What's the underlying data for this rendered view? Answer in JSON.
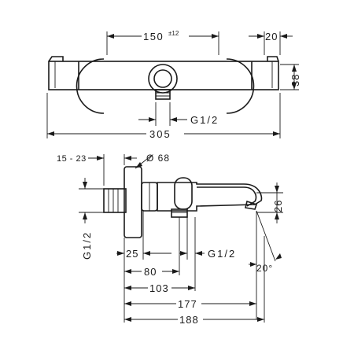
{
  "top_view": {
    "dim_150": "150",
    "dim_150_tol": "±12",
    "dim_20": "20",
    "dim_38": "38",
    "dim_305": "305",
    "dim_g12": "G1/2"
  },
  "side_view": {
    "dim_15_23": "15 - 23",
    "dim_dia68": "Ø 68",
    "dim_g12_left": "G1/2",
    "dim_26": "26",
    "dim_25": "25",
    "dim_g12": "G1/2",
    "dim_angle": "20°",
    "dim_80": "80",
    "dim_103": "103",
    "dim_177": "177",
    "dim_188": "188"
  }
}
